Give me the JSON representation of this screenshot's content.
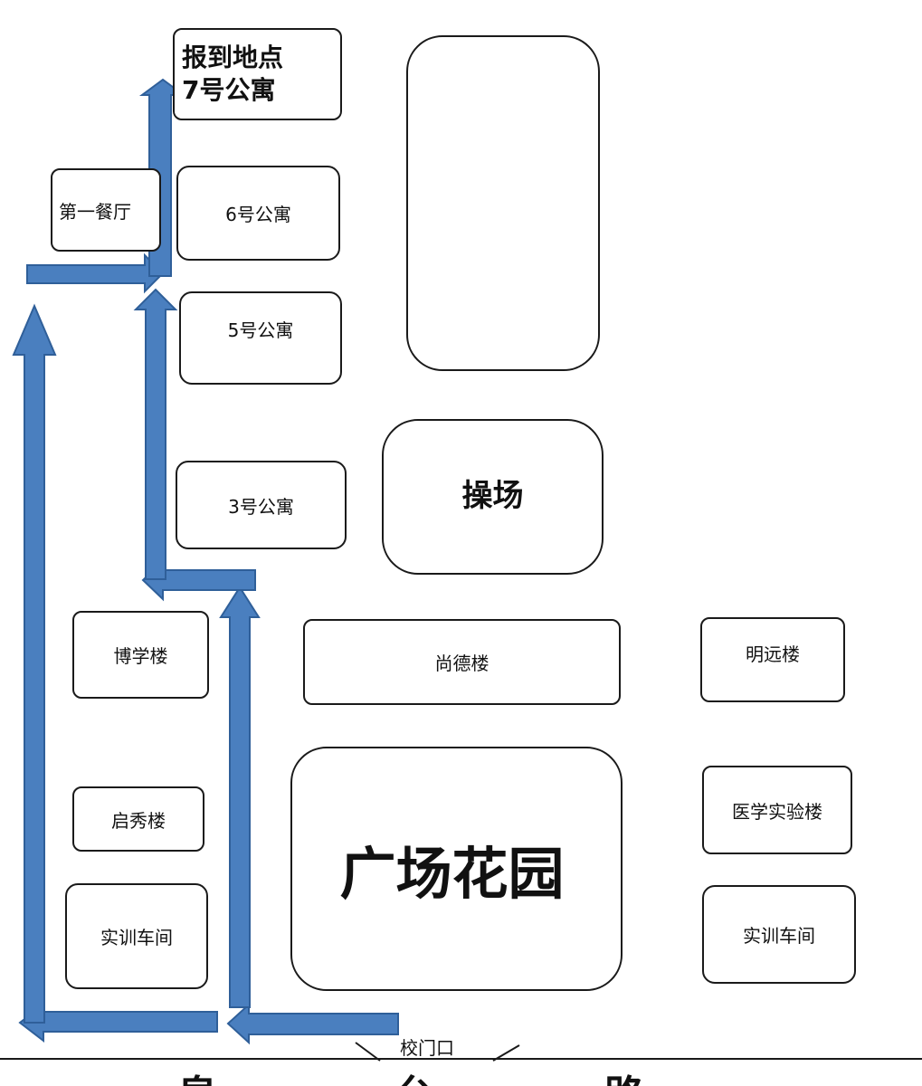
{
  "colors": {
    "arrow_fill": "#4a7fbf",
    "arrow_stroke": "#2f5f99",
    "outline": "#1a1a1a"
  },
  "buildings": {
    "dorm7_line1": "报到地点",
    "dorm7_line2": "7号公寓",
    "canteen": "第一餐厅",
    "dorm6": "6号公寓",
    "dorm5": "5号公寓",
    "dorm3": "3号公寓",
    "playground": "操场",
    "boxue": "博学楼",
    "shangde": "尚德楼",
    "mingyuan": "明远楼",
    "qixiu": "启秀楼",
    "plaza": "广场花园",
    "medical": "医学实验楼",
    "workshop_left": "实训车间",
    "workshop_right": "实训车间"
  },
  "gate": "校门口",
  "road": {
    "char1": "皇",
    "char2": "台",
    "char3": "路"
  },
  "icons": {
    "route": "route-arrow-icon",
    "gate": "gate-mark-icon"
  }
}
